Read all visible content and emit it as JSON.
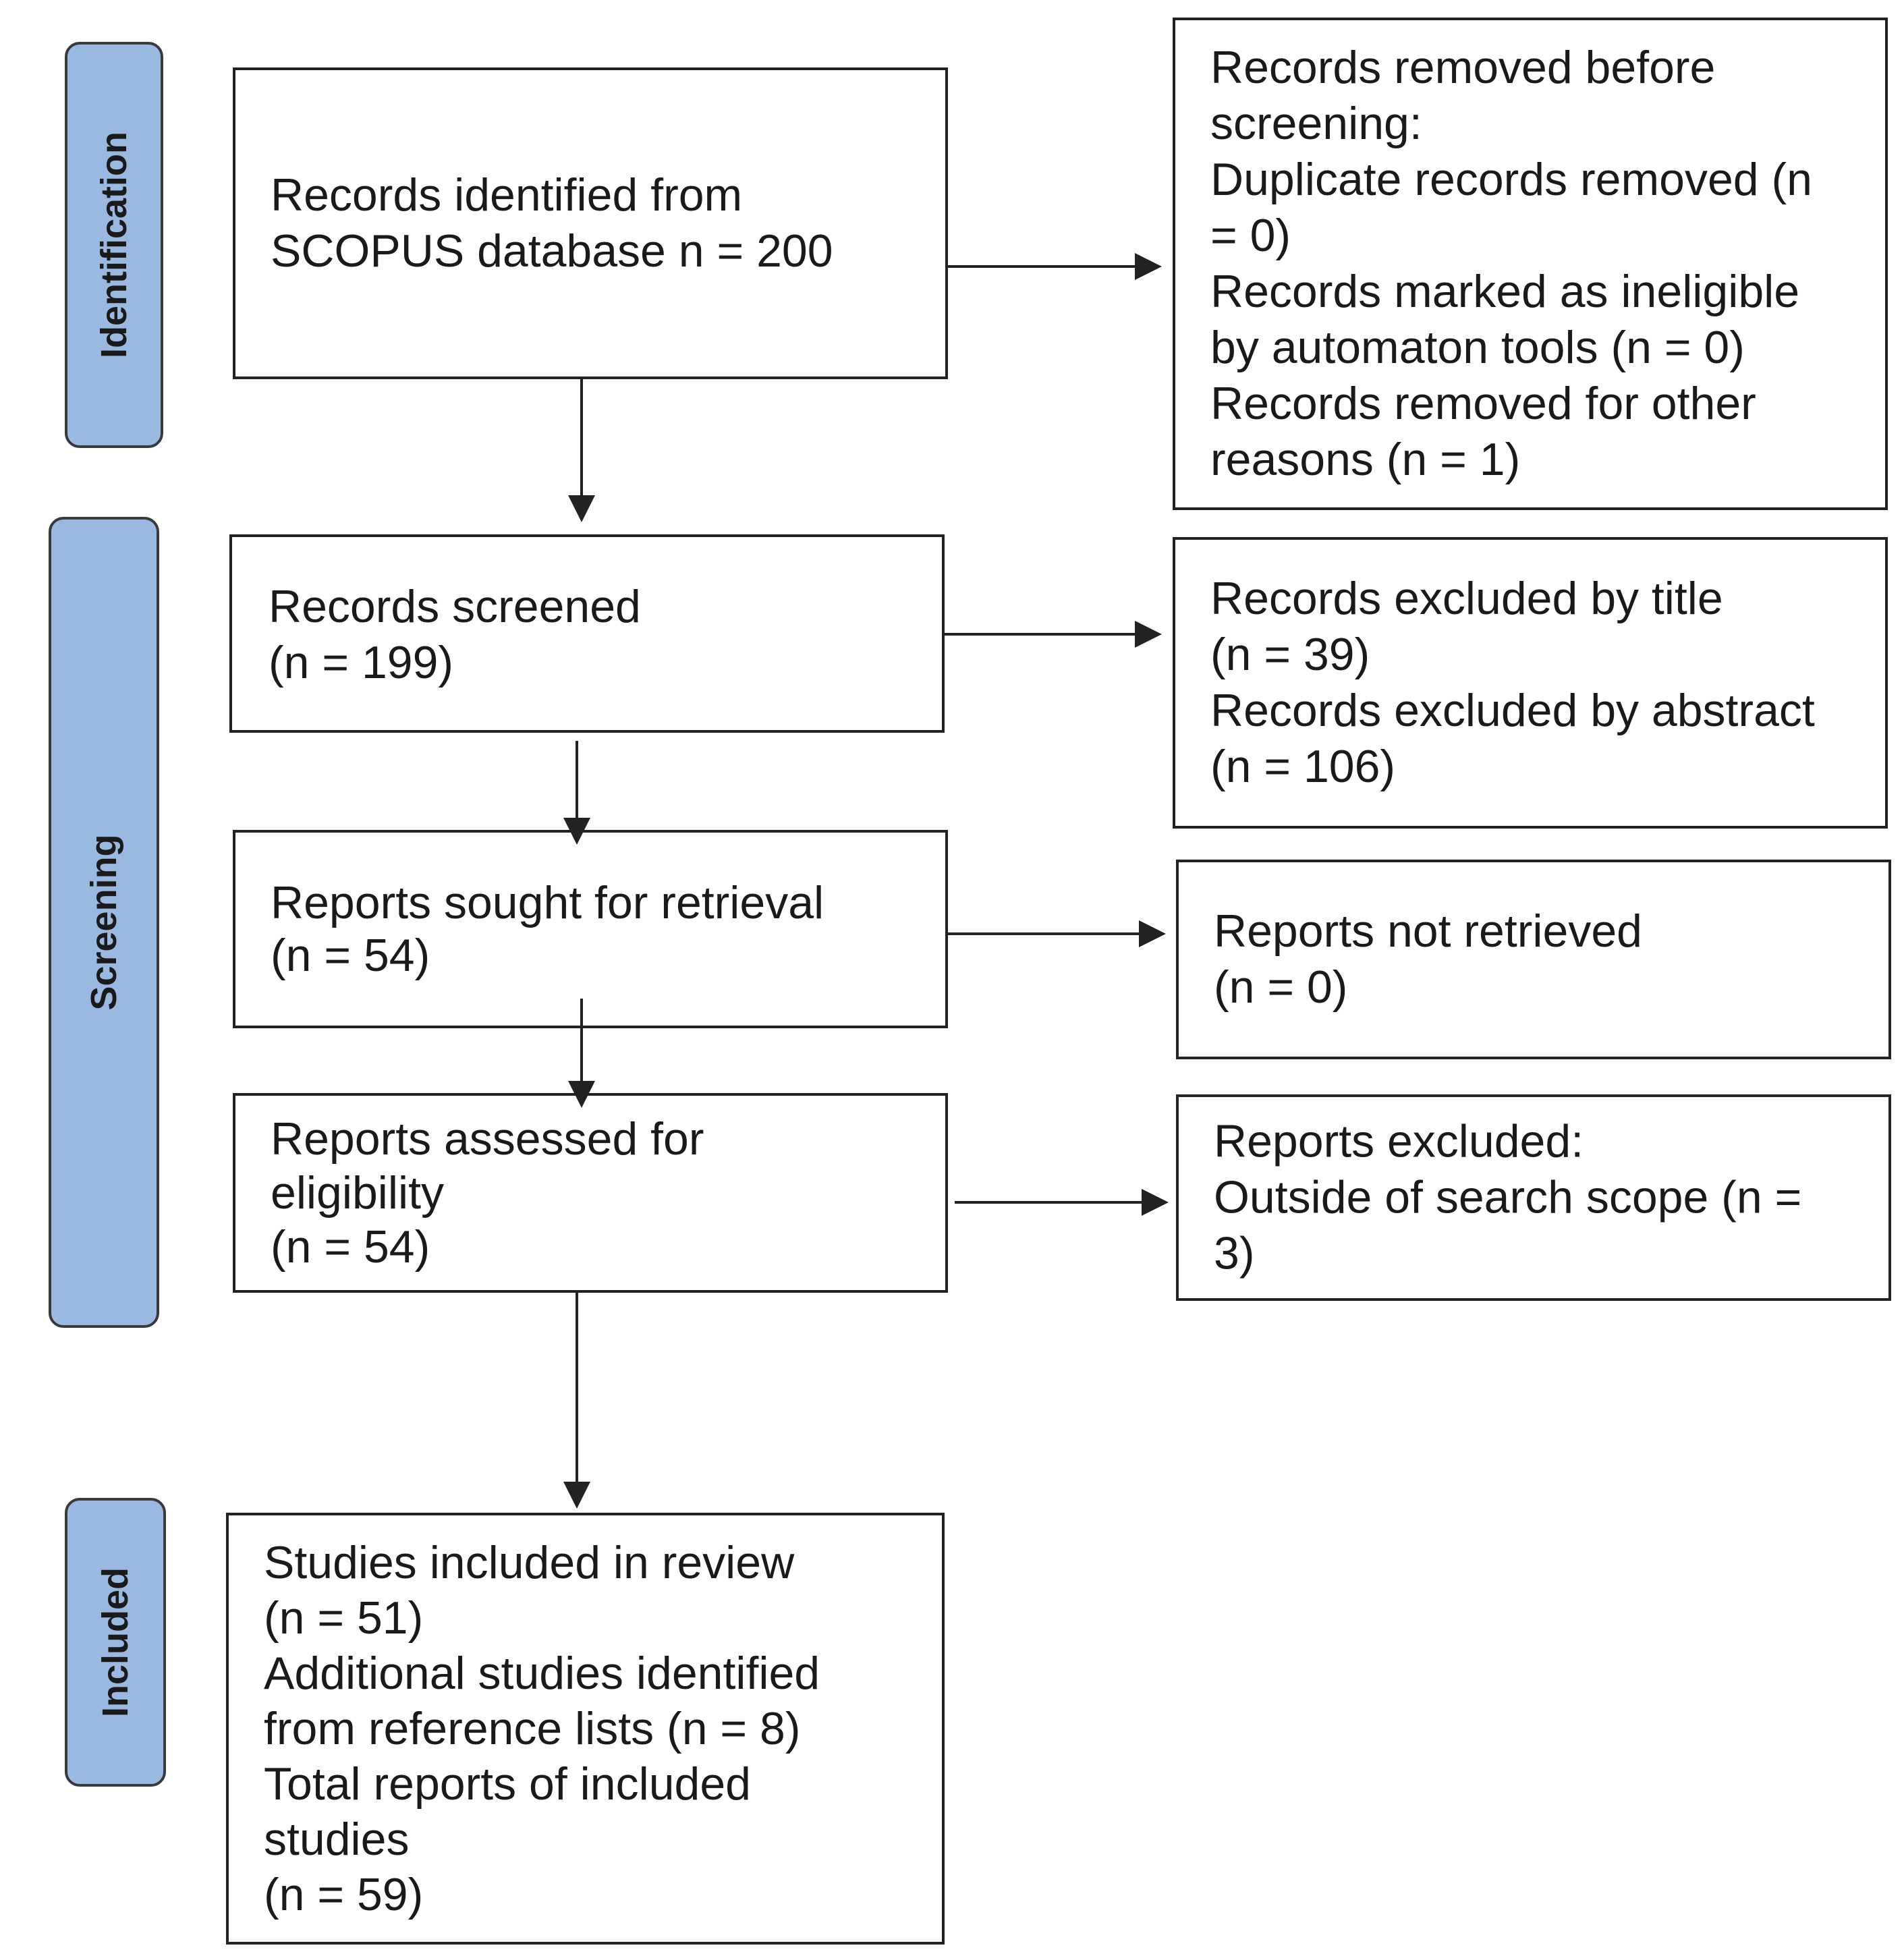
{
  "phases": {
    "identification": "Identification",
    "screening": "Screening",
    "included": "Included"
  },
  "boxes": {
    "identified": [
      "Records identified from",
      "SCOPUS database n = 200"
    ],
    "removed_before_screening": [
      "Records removed before",
      "screening:",
      "Duplicate records removed (n",
      "= 0)",
      "Records marked as ineligible",
      "by automaton tools (n = 0)",
      "Records removed for other",
      "reasons (n = 1)"
    ],
    "screened": [
      "Records screened",
      "(n = 199)"
    ],
    "excluded_title_abstract": [
      "Records excluded by title",
      "(n = 39)",
      "Records excluded by abstract",
      "(n = 106)"
    ],
    "sought": [
      "Reports sought for retrieval",
      "(n = 54)"
    ],
    "not_retrieved": [
      "Reports not retrieved",
      "(n = 0)"
    ],
    "assessed": [
      "Reports assessed for",
      "eligibility",
      "(n = 54)"
    ],
    "reports_excluded": [
      "Reports excluded:",
      "Outside of search scope (n =",
      "3)"
    ],
    "included": [
      "Studies included in review",
      "(n = 51)",
      "Additional studies identified",
      "from reference lists (n = 8)",
      "Total reports of included",
      "studies",
      "(n = 59)"
    ]
  },
  "colors": {
    "phase_fill": "#9ab9e0",
    "border": "#222222",
    "arrow": "#222222"
  }
}
